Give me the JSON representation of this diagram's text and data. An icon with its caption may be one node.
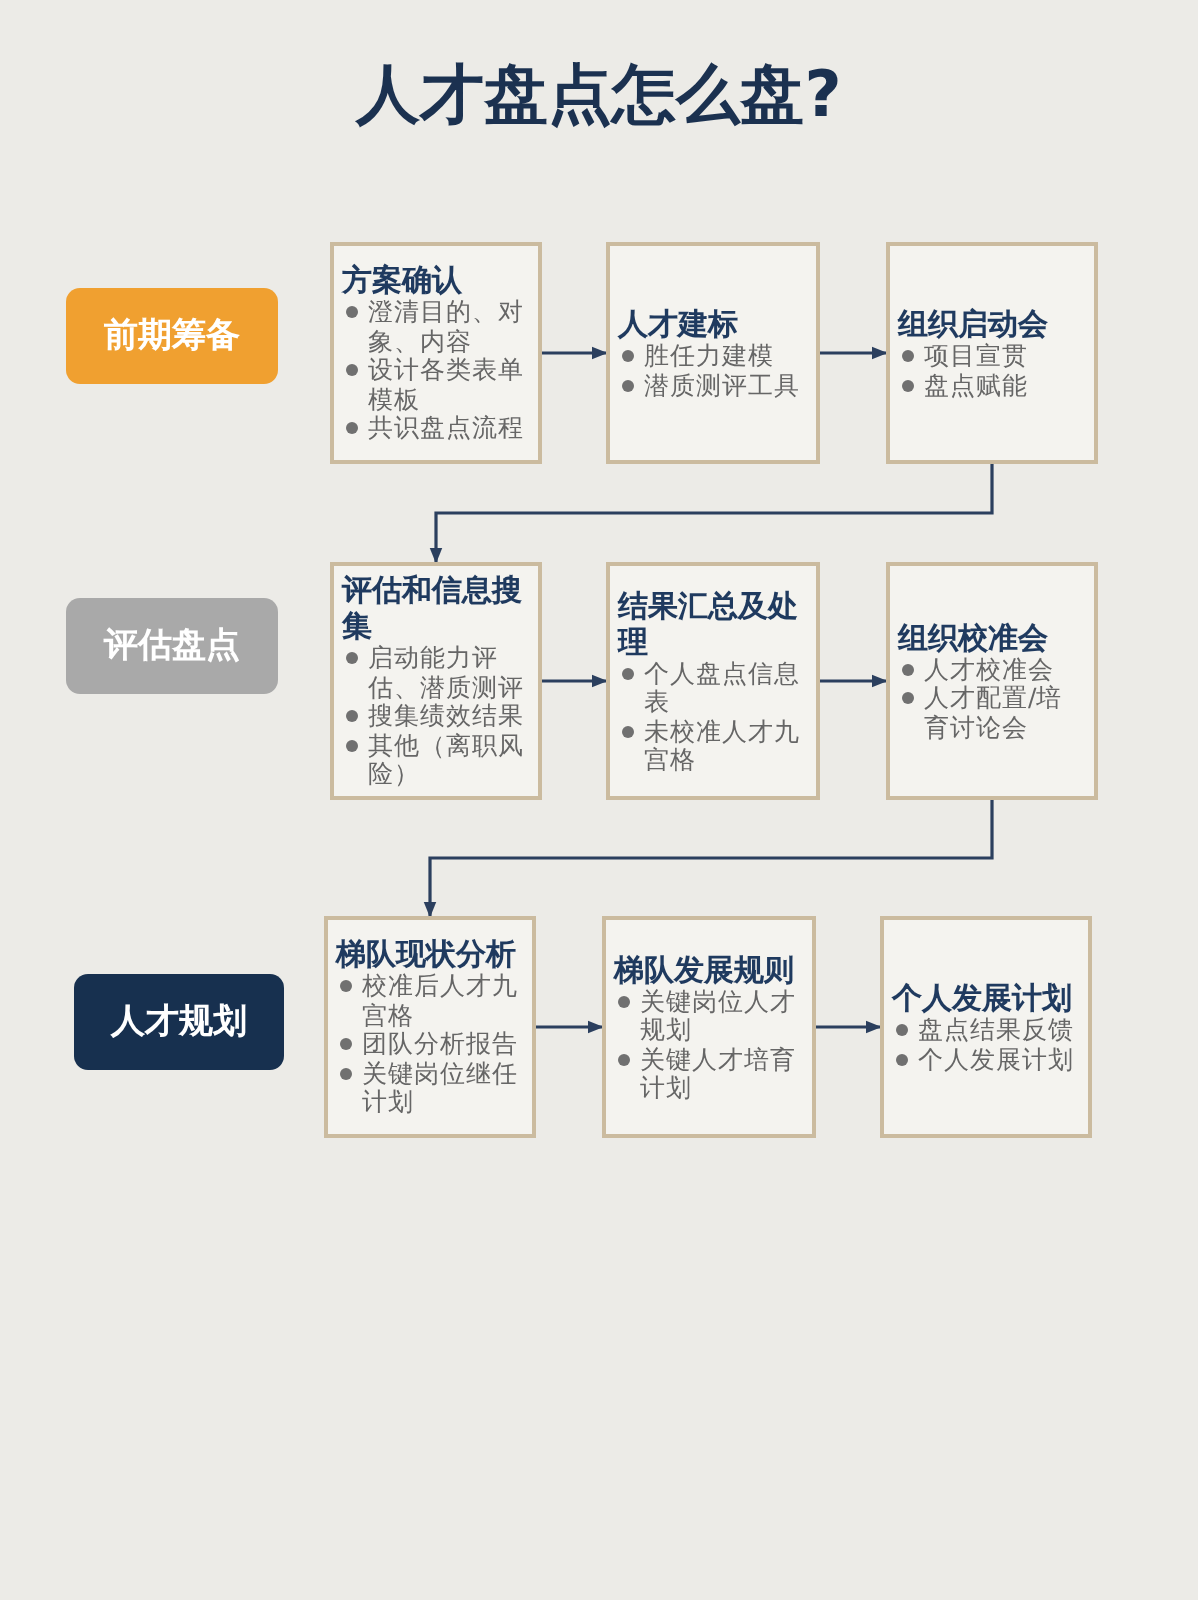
{
  "diagram": {
    "title": "人才盘点怎么盘?",
    "nodes": [
      {
        "text": [
          "前期筹备"
        ]
      },
      {
        "text": [
          "方案确认",
          "澄清目的、对象、内容",
          "设计各类表单模板",
          "共识盘点流程"
        ]
      },
      {
        "text": [
          "人才建标",
          "胜任力建模",
          "潜质测评工具"
        ]
      },
      {
        "text": [
          "组织启动会",
          "项目宣贯",
          "盘点赋能"
        ]
      },
      {
        "text": [
          "评估盘点"
        ]
      },
      {
        "text": [
          "评估和信息搜集",
          "启动能力评估、潜质测评",
          "搜集绩效结果",
          "其他（离职风险）"
        ]
      },
      {
        "text": [
          "结果汇总及处理",
          "个人盘点信息表",
          "未校准人才九宫格"
        ]
      },
      {
        "text": [
          "组织校准会",
          "人才校准会",
          "人才配置/培育讨论会"
        ]
      },
      {
        "text": [
          "人才规划"
        ]
      },
      {
        "text": [
          "梯队现状分析",
          "校准后人才九宫格",
          "团队分析报告",
          "关键岗位继任计划"
        ]
      },
      {
        "text": [
          "梯队发展规则",
          "关键岗位人才规划",
          "关键人才培育计划"
        ]
      },
      {
        "text": [
          "个人发展计划",
          "盘点结果反馈",
          "个人发展计划"
        ]
      }
    ],
    "edges": [
      {
        "from": 1,
        "to": 2,
        "arrow": "to"
      },
      {
        "from": 2,
        "to": 3,
        "arrow": "to"
      },
      {
        "from": 3,
        "to": 5,
        "arrow": "to"
      },
      {
        "from": 5,
        "to": 6,
        "arrow": "to"
      },
      {
        "from": 6,
        "to": 7,
        "arrow": "to"
      },
      {
        "from": 7,
        "to": 9,
        "arrow": "to"
      },
      {
        "from": 9,
        "to": 10,
        "arrow": "to"
      },
      {
        "from": 10,
        "to": 11,
        "arrow": "to"
      }
    ]
  }
}
